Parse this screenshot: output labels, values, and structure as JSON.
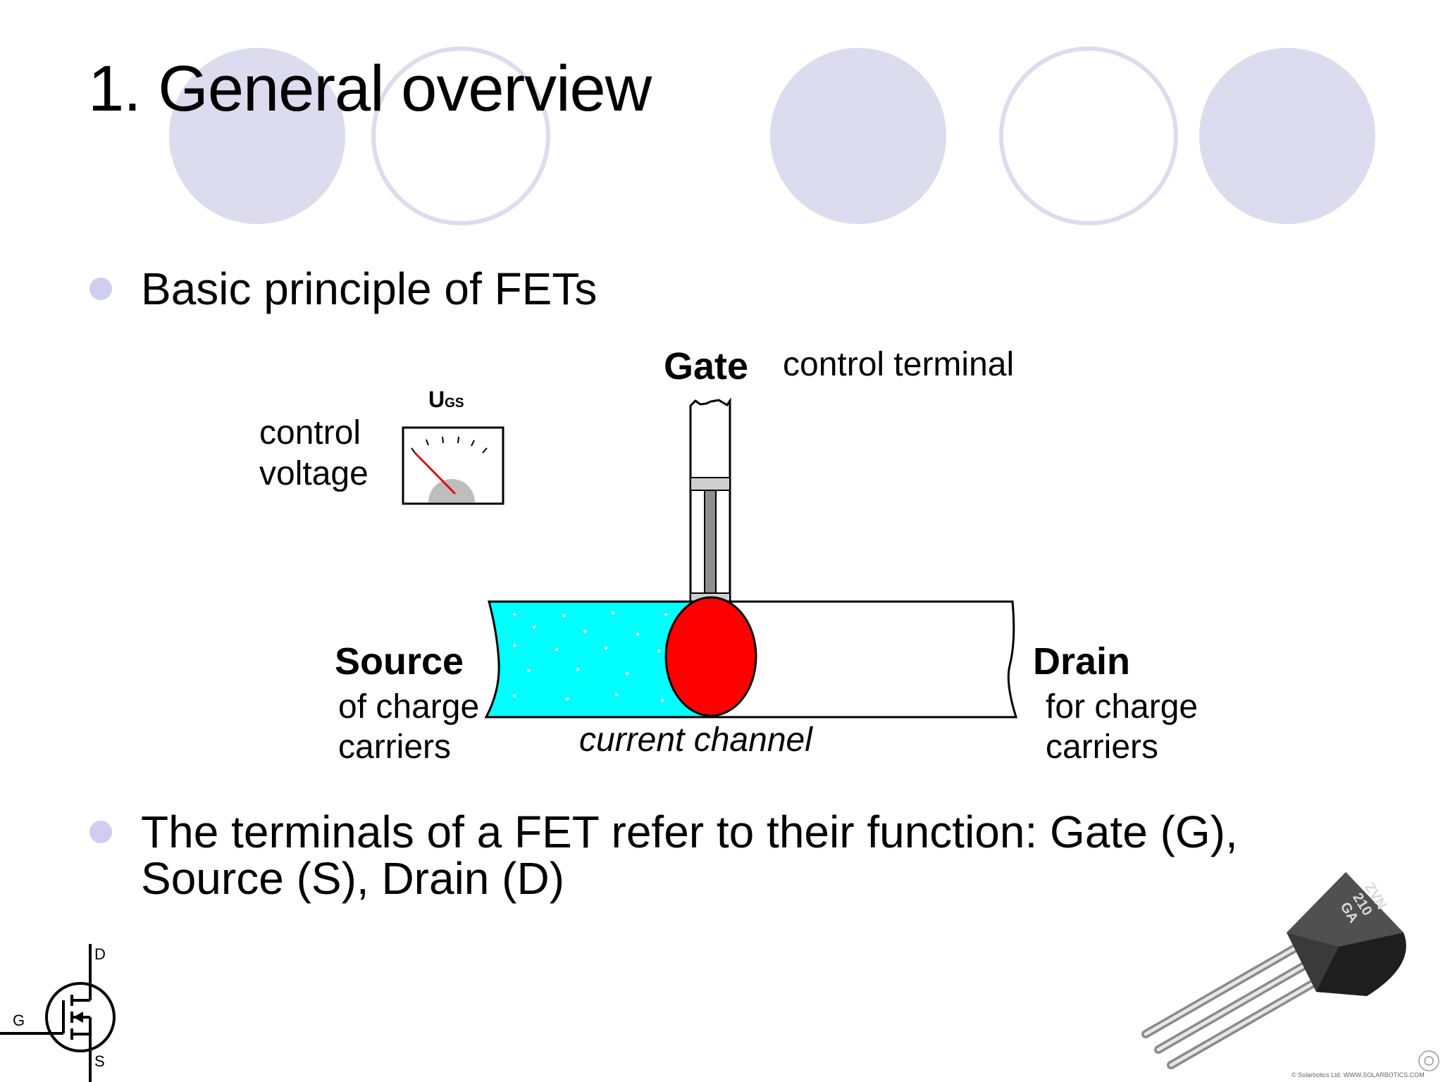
{
  "slide": {
    "title": "1. General overview",
    "bullets": [
      {
        "text": "Basic principle of FETs"
      },
      {
        "line1": "The terminals of a FET refer to their function: Gate (G),",
        "line2": "Source (S), Drain (D)"
      }
    ]
  },
  "diagram": {
    "gate": {
      "name": "Gate",
      "desc": "control terminal"
    },
    "meter": {
      "symbol": "U",
      "subscript": "GS",
      "desc_line1": "control",
      "desc_line2": "voltage"
    },
    "source": {
      "name": "Source",
      "desc_line1": "of charge",
      "desc_line2": "carriers"
    },
    "drain": {
      "name": "Drain",
      "desc_line1": "for charge",
      "desc_line2": "carriers"
    },
    "channel_label": "current channel",
    "colors": {
      "channel": "#00ffff",
      "gate_blob": "#ff0000",
      "decor": "#dddbee"
    }
  },
  "symbol": {
    "g": "G",
    "d": "D",
    "s": "S"
  },
  "photo": {
    "marking_line1": "ZVN",
    "marking_line2": "210",
    "marking_line3": "GA",
    "credit": "© Solarbotics Ltd.  WWW.SOLARBOTICS.COM"
  }
}
